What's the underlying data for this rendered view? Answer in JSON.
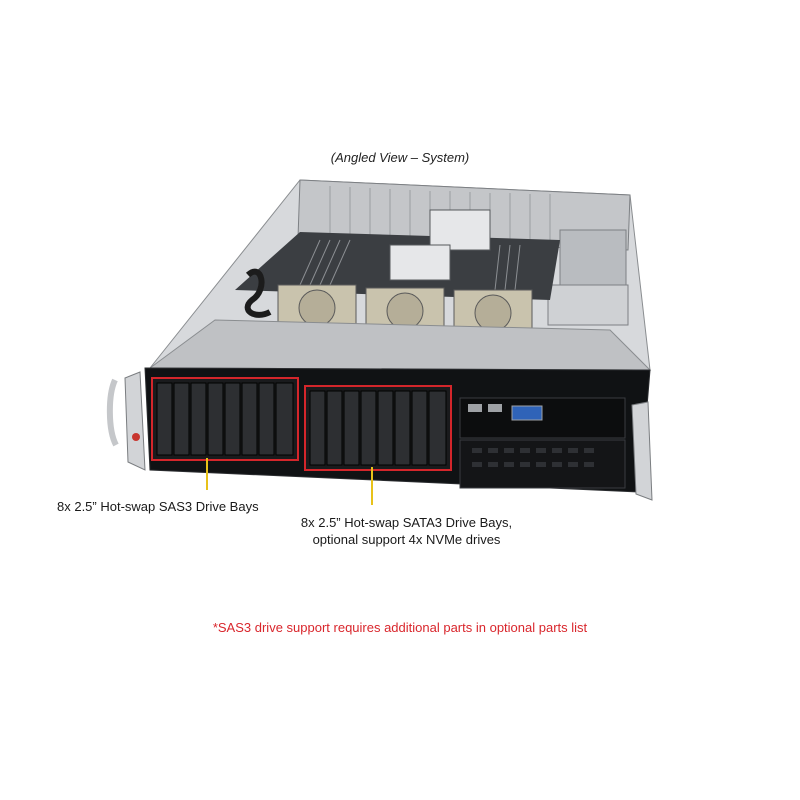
{
  "view_caption": "(Angled View – System)",
  "callouts": {
    "sas_bays": "8x 2.5” Hot-swap SAS3 Drive Bays",
    "sata_bays_line1": "8x 2.5” Hot-swap SATA3 Drive Bays,",
    "sata_bays_line2": "optional support 4x NVMe drives"
  },
  "footnote": "*SAS3 drive support requires additional parts in optional parts list",
  "colors": {
    "highlight_frame": "#d4262b",
    "callout_line": "#e8c21a",
    "footnote_text": "#d9262c"
  },
  "icons": [
    "server-chassis-illustration",
    "cooling-fan-icon",
    "drive-bay-icon",
    "usb-port-icon",
    "vga-port-icon",
    "rack-handle-icon",
    "power-button-icon"
  ]
}
